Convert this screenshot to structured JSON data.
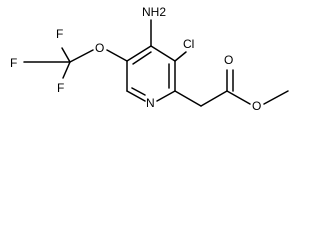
{
  "molecule": {
    "atoms": {
      "nh2": "NH2",
      "cl": "Cl",
      "o_ether": "O",
      "f1": "F",
      "f2": "F",
      "f3": "F",
      "n_ring": "N",
      "o_carbonyl": "O",
      "o_ester": "O"
    }
  },
  "colors": {
    "bond": "#000000",
    "label": "#000000",
    "background": "#ffffff"
  }
}
